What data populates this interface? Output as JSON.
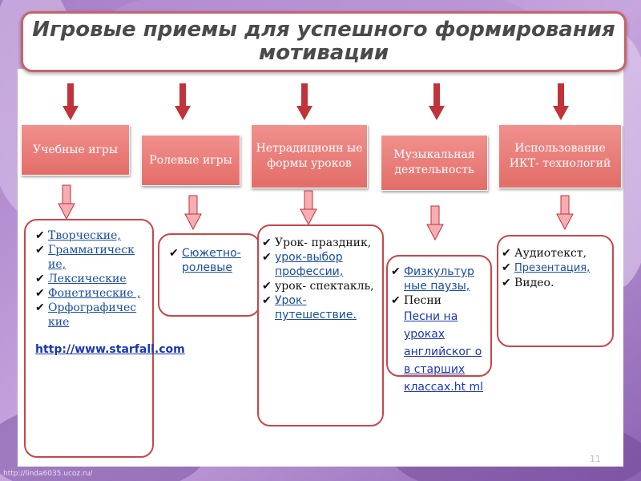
{
  "title": "Игровые приемы для успешного формирования мотивации",
  "columns": [
    {
      "category": "Учебные игры",
      "items": [
        "Творческие,",
        "Грамматическ ие,",
        "Лексические",
        "Фонетические ,",
        "Орфографичес кие"
      ],
      "link": "http://www.starfall.com"
    },
    {
      "category": "Ролевые игры",
      "items": [
        "Сюжетно- ролевые"
      ]
    },
    {
      "category": "Нетрадиционн ые формы уроков",
      "items": [
        "Урок- праздник,",
        "урок-выбор профессии,",
        "урок- спектакль,",
        "Урок- путешествие."
      ]
    },
    {
      "category": "Музыкальная деятельность",
      "items": [
        "Физкультур ные паузы,",
        "Песни"
      ],
      "link": "Песни на уроках английског о в старших классах.ht ml"
    },
    {
      "category": "Использование ИКТ- технологий",
      "items": [
        "Аудиотекст,",
        "Презентация,",
        "Видео."
      ]
    }
  ],
  "page_number": "11",
  "footer_url": "http://linda6035.ucoz.ru/"
}
